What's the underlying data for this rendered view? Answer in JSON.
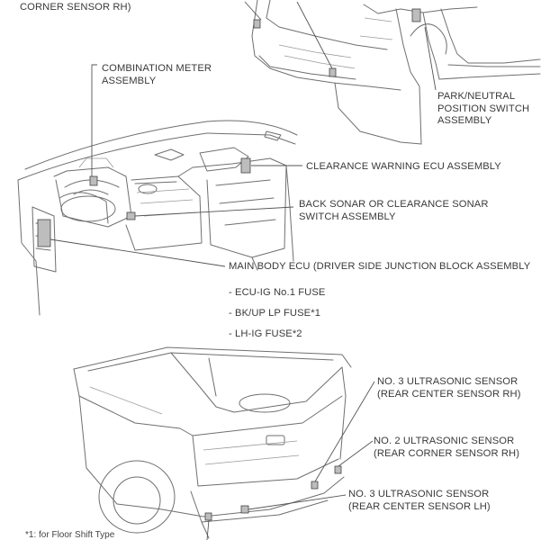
{
  "labels": {
    "top_partial": "CORNER SENSOR RH)",
    "combination_meter": [
      "COMBINATION METER",
      "ASSEMBLY"
    ],
    "park_neutral": [
      "PARK/NEUTRAL",
      "POSITION SWITCH",
      "ASSEMBLY"
    ],
    "clearance_warning_ecu": "CLEARANCE WARNING ECU ASSEMBLY",
    "back_sonar": [
      "BACK SONAR OR CLEARANCE SONAR",
      "SWITCH ASSEMBLY"
    ],
    "main_body_ecu": "MAIN BODY ECU (DRIVER SIDE JUNCTION BLOCK ASSEMBLY",
    "fuses": [
      "- ECU-IG No.1 FUSE",
      "- BK/UP LP FUSE*1",
      "- LH-IG FUSE*2"
    ],
    "no3_rh": [
      "NO. 3 ULTRASONIC SENSOR",
      "(REAR CENTER SENSOR RH)"
    ],
    "no2_rh": [
      "NO. 2 ULTRASONIC SENSOR",
      "(REAR CORNER SENSOR RH)"
    ],
    "no3_lh": [
      "NO. 3 ULTRASONIC SENSOR",
      "(REAR CENTER SENSOR LH)"
    ],
    "footnote": "*1: for Floor Shift Type"
  }
}
